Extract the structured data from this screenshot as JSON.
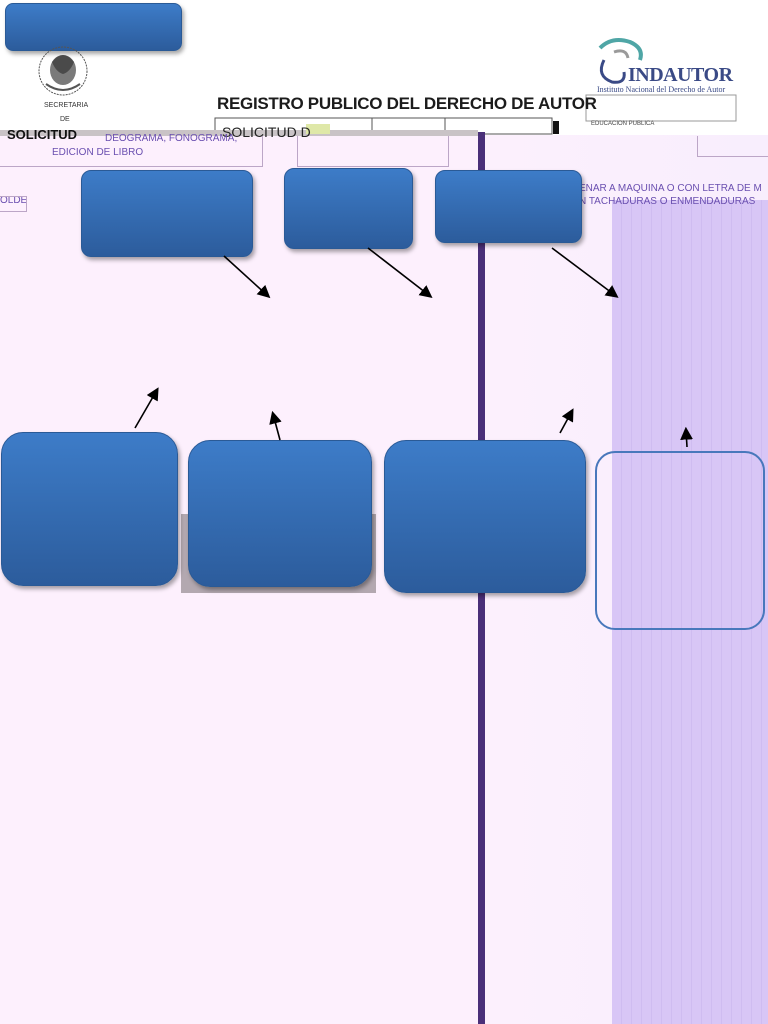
{
  "header": {
    "title": "REGISTRO PUBLICO DEL DERECHO DE AUTOR",
    "secretaria": "SECRETARIA",
    "de": "DE",
    "logo_name": "INDAUTOR",
    "logo_subtitle": "Instituto Nacional del Derecho de Autor",
    "education": "EDUCACION PUBLICA"
  },
  "form": {
    "solicitud_left": "SOLICITUD",
    "solicitud_mid": "SOLICITUD D",
    "ideograma": "DEOGRAMA, FONOGRAMA,",
    "edicion": "EDICION DE LIBRO",
    "molde": "OLDE",
    "llenar": "ENAR A MAQUINA O CON LETRA DE M",
    "sin_tachaduras": "N TACHADURAS O ENMENDADURAS"
  },
  "icons": {
    "seal": "mexican-coat-of-arms-icon",
    "logo": "indautor-swirl-logo-icon"
  },
  "colors": {
    "callout_blue": "#3d7cc8",
    "divider": "#4a2f79",
    "lavender": "#d8c6f6",
    "background": "#fdf0fd"
  }
}
